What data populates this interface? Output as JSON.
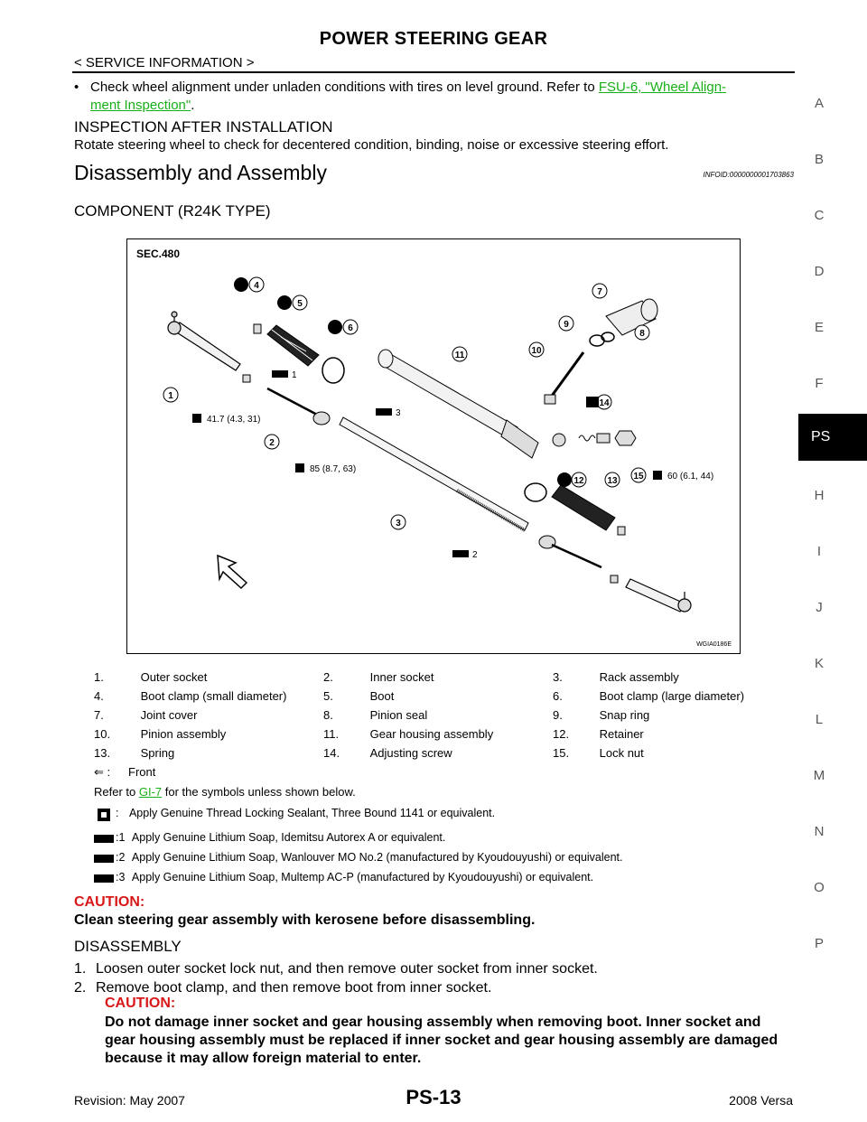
{
  "header": {
    "title": "POWER STEERING GEAR",
    "section": "< SERVICE INFORMATION >"
  },
  "side_index": {
    "letters": [
      "A",
      "B",
      "C",
      "D",
      "E",
      "F",
      "H",
      "I",
      "J",
      "K",
      "L",
      "M",
      "N",
      "O",
      "P"
    ],
    "active": "PS"
  },
  "body": {
    "bullet_pre": "Check wheel alignment under unladen conditions with tires on level ground. Refer to ",
    "bullet_link_a": "FSU-6, \"Wheel Align-",
    "bullet_link_b": "ment Inspection\"",
    "bullet_post": ".",
    "inspection_heading": "INSPECTION AFTER INSTALLATION",
    "inspection_text": "Rotate steering wheel to check for decentered condition, binding, noise or excessive steering effort.",
    "disassembly_heading": "Disassembly and Assembly",
    "info_id": "INFOID:0000000001703863",
    "component_heading": "COMPONENT (R24K TYPE)"
  },
  "figure": {
    "sec_label": "SEC.480",
    "figure_id": "WGIA0186E",
    "callouts": [
      "1",
      "2",
      "3",
      "4",
      "5",
      "6",
      "7",
      "8",
      "9",
      "10",
      "11",
      "12",
      "13",
      "14",
      "15"
    ],
    "torque_1": "41.7 (4.3, 31)",
    "torque_2": "85 (8.7, 63)",
    "torque_3": "60 (6.1, 44)",
    "grease_1": "1",
    "grease_2": "2",
    "grease_3": "3"
  },
  "legend": {
    "items": [
      {
        "n": "1.",
        "label": "Outer socket"
      },
      {
        "n": "2.",
        "label": "Inner socket"
      },
      {
        "n": "3.",
        "label": "Rack assembly"
      },
      {
        "n": "4.",
        "label": "Boot clamp (small diameter)"
      },
      {
        "n": "5.",
        "label": "Boot"
      },
      {
        "n": "6.",
        "label": "Boot clamp (large diameter)"
      },
      {
        "n": "7.",
        "label": "Joint cover"
      },
      {
        "n": "8.",
        "label": "Pinion seal"
      },
      {
        "n": "9.",
        "label": "Snap ring"
      },
      {
        "n": "10.",
        "label": "Pinion assembly"
      },
      {
        "n": "11.",
        "label": "Gear housing assembly"
      },
      {
        "n": "12.",
        "label": "Retainer"
      },
      {
        "n": "13.",
        "label": "Spring"
      },
      {
        "n": "14.",
        "label": "Adjusting screw"
      },
      {
        "n": "15.",
        "label": "Lock nut"
      }
    ],
    "front_symbol": "⇐ :",
    "front_label": "Front",
    "refer_pre": "Refer to ",
    "refer_link": "GI-7",
    "refer_post": " for the symbols unless shown below.",
    "symbols": [
      {
        "suffix": ":",
        "text": "Apply Genuine Thread Locking Sealant, Three Bound 1141 or equivalent."
      },
      {
        "suffix": ":1",
        "text": "Apply Genuine Lithium Soap, Idemitsu Autorex A or equivalent."
      },
      {
        "suffix": ":2",
        "text": "Apply Genuine Lithium Soap, Wanlouver MO No.2 (manufactured by Kyoudouyushi) or equivalent."
      },
      {
        "suffix": ":3",
        "text": "Apply Genuine Lithium Soap, Multemp AC-P (manufactured by Kyoudouyushi) or equivalent."
      }
    ]
  },
  "caution1": {
    "heading": "CAUTION:",
    "text": "Clean steering gear assembly with kerosene before disassembling."
  },
  "disassembly": {
    "heading": "DISASSEMBLY",
    "step1_num": "1.",
    "step1": "Loosen outer socket lock nut, and then remove outer socket from inner socket.",
    "step2_num": "2.",
    "step2": "Remove boot clamp, and then remove boot from inner socket.",
    "caution_heading": "CAUTION:",
    "caution_text": "Do not damage inner socket and gear housing assembly when removing boot. Inner socket and gear housing assembly must be replaced if inner socket and gear housing assembly are damaged because it may allow foreign material to enter."
  },
  "footer": {
    "revision": "Revision: May 2007",
    "page": "PS-13",
    "model": "2008 Versa"
  }
}
